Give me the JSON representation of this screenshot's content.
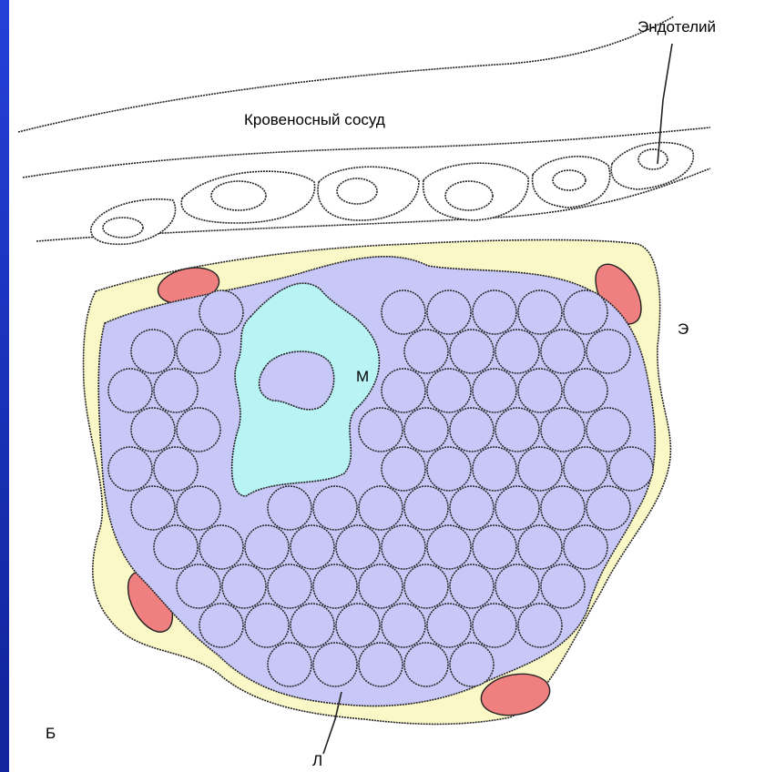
{
  "labels": {
    "endothelium": "Эндотелий",
    "blood_vessel": "Кровеносный сосуд",
    "epithelial_e": "Э",
    "macrophage_m": "М",
    "label_b": "Б",
    "lymphocyte_l": "Л"
  },
  "colors": {
    "background_frame": "#1a2fb0",
    "lymphocyte_fill": "#c8c8f8",
    "macrophage_fill": "#b8f4f4",
    "yellow_tissue": "#fbf8c8",
    "red_nucleus": "#f08080",
    "outline": "#222222"
  }
}
